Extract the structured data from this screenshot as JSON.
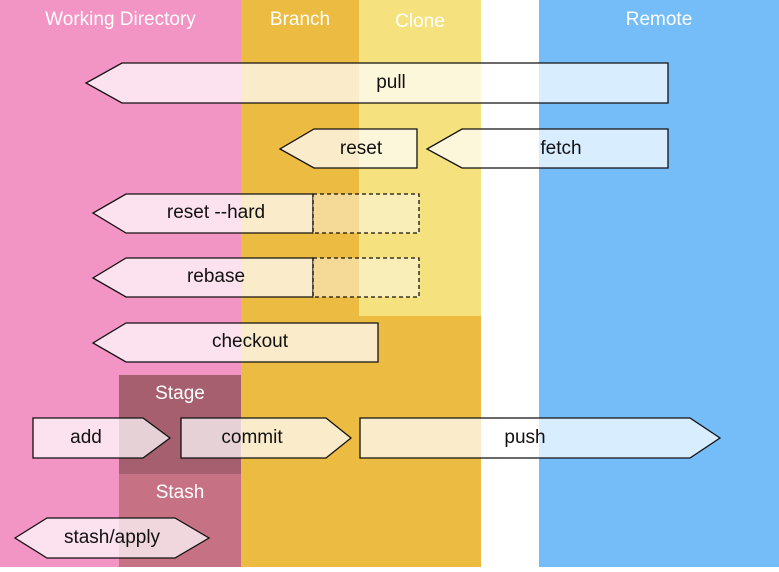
{
  "columns": {
    "working_directory": "Working Directory",
    "branch": "Branch",
    "clone": "Clone",
    "remote": "Remote"
  },
  "zones": {
    "stage": "Stage",
    "stash": "Stash"
  },
  "commands": {
    "pull": "pull",
    "reset": "reset",
    "fetch": "fetch",
    "reset_hard": "reset --hard",
    "rebase": "rebase",
    "checkout": "checkout",
    "add": "add",
    "commit": "commit",
    "push": "push",
    "stash_apply": "stash/apply"
  },
  "colors": {
    "working_directory": "#f294c4",
    "branch": "#ecbb42",
    "clone": "#f5e17e",
    "remote": "#74bdf9",
    "stage": "#a65f6e",
    "stash": "#c77184",
    "arrow_fill": "#ffffff"
  }
}
